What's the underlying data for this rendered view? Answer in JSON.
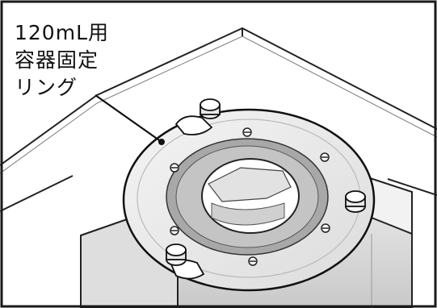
{
  "label": {
    "line1": "120mL用",
    "line2": "容器固定",
    "line3": "リング"
  },
  "colors": {
    "frame": "#1a1a1a",
    "ring_fill": "#e9e9e9",
    "inner_ring": "#9a9a9a",
    "hole": "#ffffff",
    "box_side": "#d4d4d4",
    "box_top": "#f0f0f0"
  },
  "icons": [
    "knob-icon",
    "screw-icon"
  ]
}
